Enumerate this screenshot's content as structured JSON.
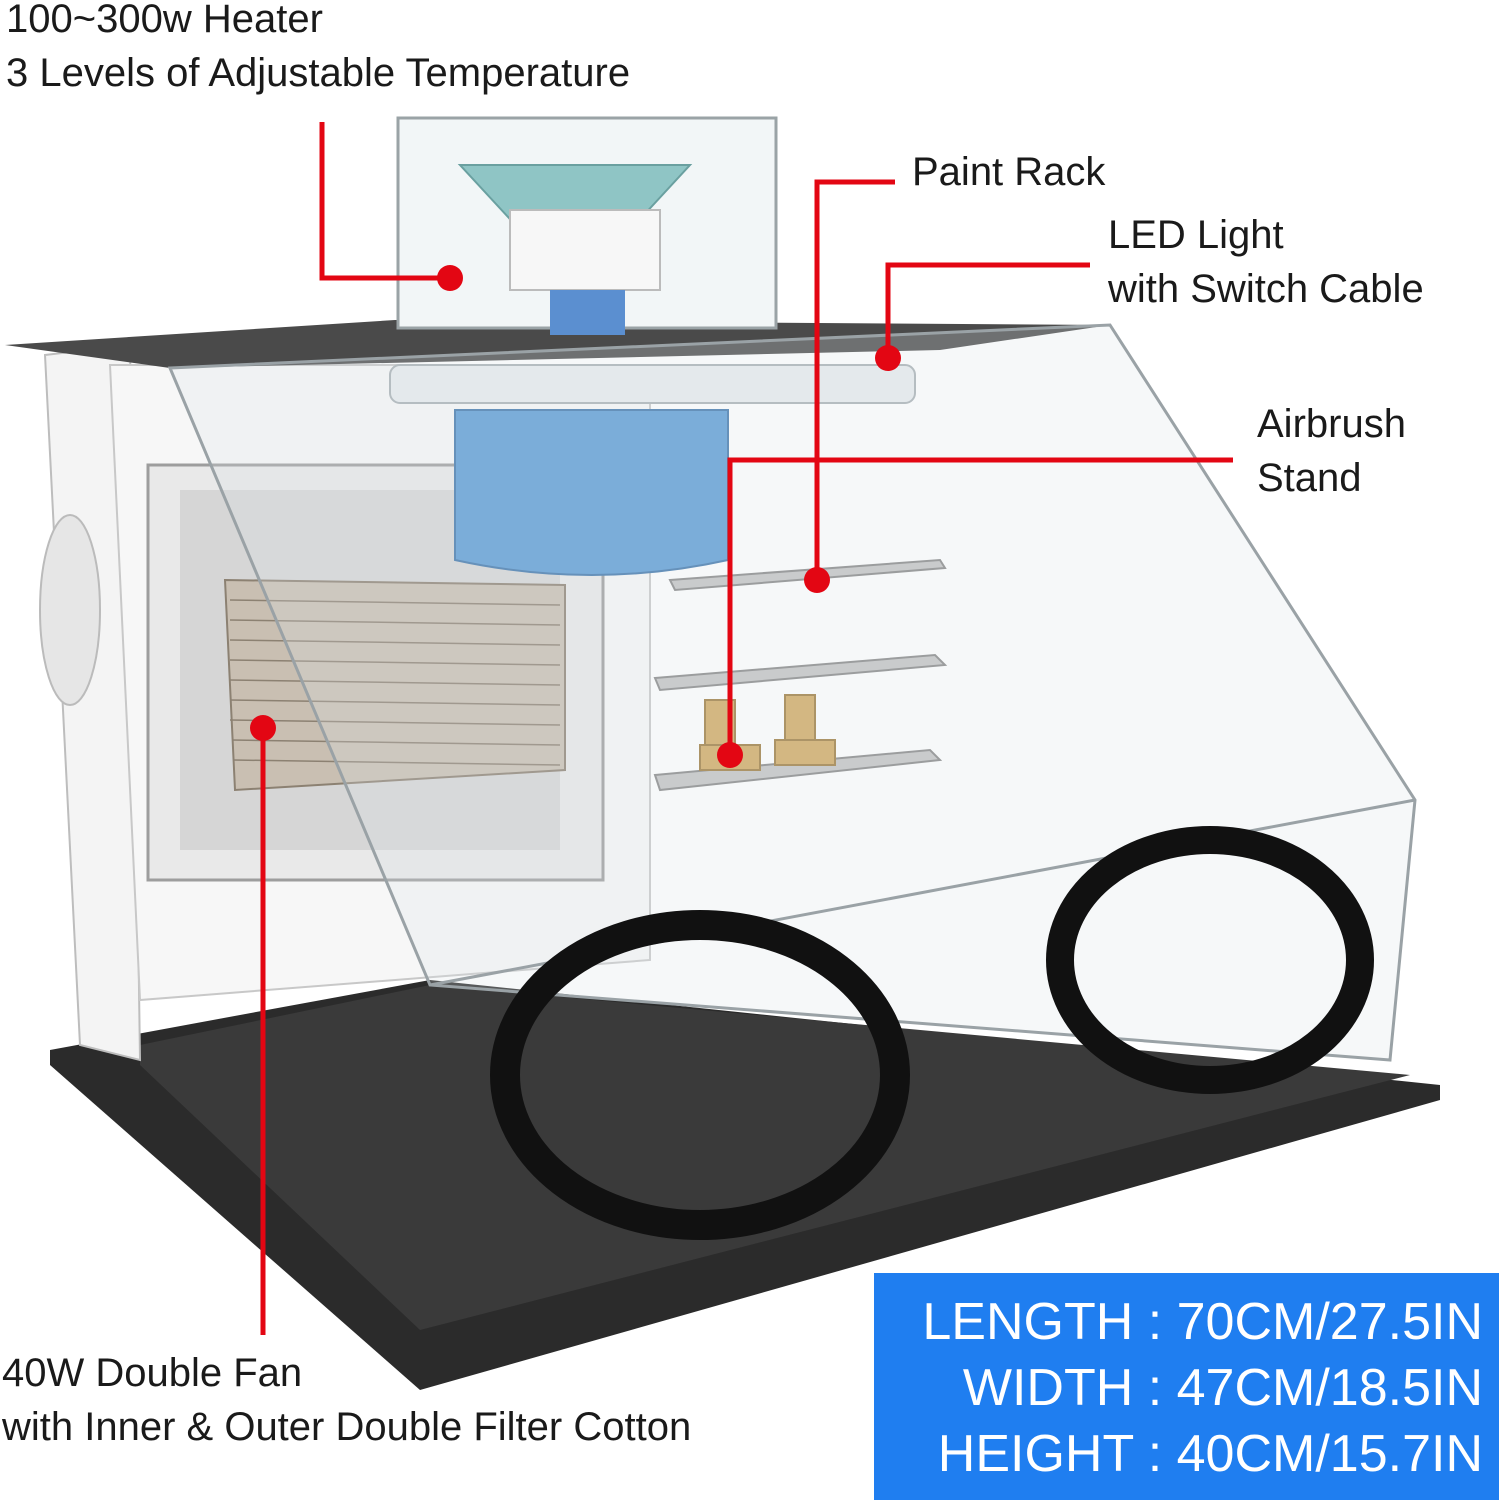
{
  "labels": {
    "heater": [
      "100~300w Heater",
      "3 Levels of Adjustable Temperature"
    ],
    "paint_rack": "Paint Rack",
    "led_light": [
      "LED Light",
      "with Switch Cable"
    ],
    "airbrush_stand": [
      "Airbrush",
      "Stand"
    ],
    "fan": [
      "40W Double Fan",
      "with Inner & Outer Double Filter Cotton"
    ]
  },
  "dimensions": [
    "LENGTH : 70CM/27.5IN",
    "WIDTH : 47CM/18.5IN",
    "HEIGHT : 40CM/15.7IN"
  ],
  "colors": {
    "callout": "#e30613",
    "dims_box": "#1f7ef0",
    "base": "#2b2b2b",
    "duct": "#5b9bd5",
    "shelf": "#8a8a8a"
  }
}
